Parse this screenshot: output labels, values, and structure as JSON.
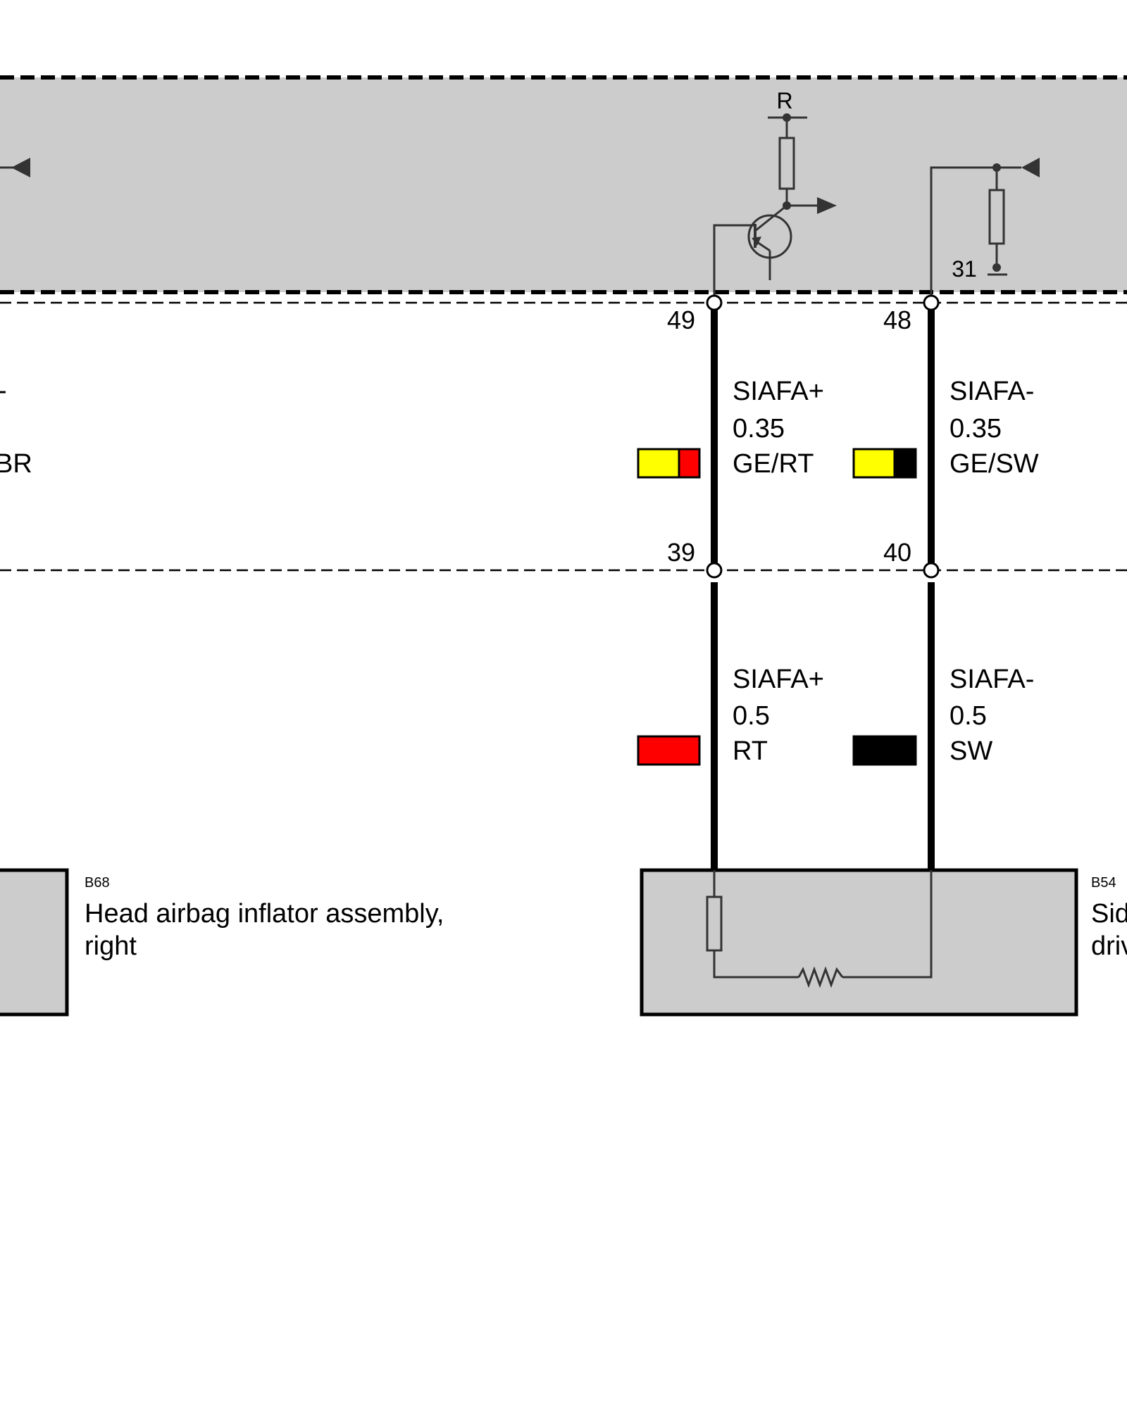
{
  "colors": {
    "ecu_fill": "#cccccc",
    "component_fill": "#cccccc",
    "wire": "#000000",
    "symbol": "#333333",
    "GE": "#ffff00",
    "RT": "#ff0000",
    "SW": "#000000"
  },
  "ecu": {
    "supply_label": "R",
    "ground_label": "31",
    "left_arrow_icon": "arrow-left-icon",
    "transistor_icon": "pnp-transistor-icon",
    "resistor_icon": "resistor-icon",
    "ground_icon": "ground-icon"
  },
  "left_partial": {
    "signal_tail": "-",
    "color_tail": "BR"
  },
  "wires": {
    "plus": {
      "pin_top": "49",
      "pin_bottom": "39",
      "upper": {
        "signal": "SIAFA+",
        "gauge": "0.35",
        "color_code": "GE/RT",
        "swatch": [
          "GE",
          "RT"
        ]
      },
      "lower": {
        "signal": "SIAFA+",
        "gauge": "0.5",
        "color_code": "RT",
        "swatch": [
          "RT"
        ]
      }
    },
    "minus": {
      "pin_top": "48",
      "pin_bottom": "40",
      "upper": {
        "signal": "SIAFA-",
        "gauge": "0.35",
        "color_code": "GE/SW",
        "swatch": [
          "GE",
          "SW"
        ]
      },
      "lower": {
        "signal": "SIAFA-",
        "gauge": "0.5",
        "color_code": "SW",
        "swatch": [
          "SW"
        ]
      }
    }
  },
  "components": {
    "b68": {
      "code": "B68",
      "name_line1": "Head airbag inflator assembly,",
      "name_line2": "right"
    },
    "b54": {
      "code": "B54",
      "name_line1": "Sid",
      "name_line2": "driv"
    }
  }
}
